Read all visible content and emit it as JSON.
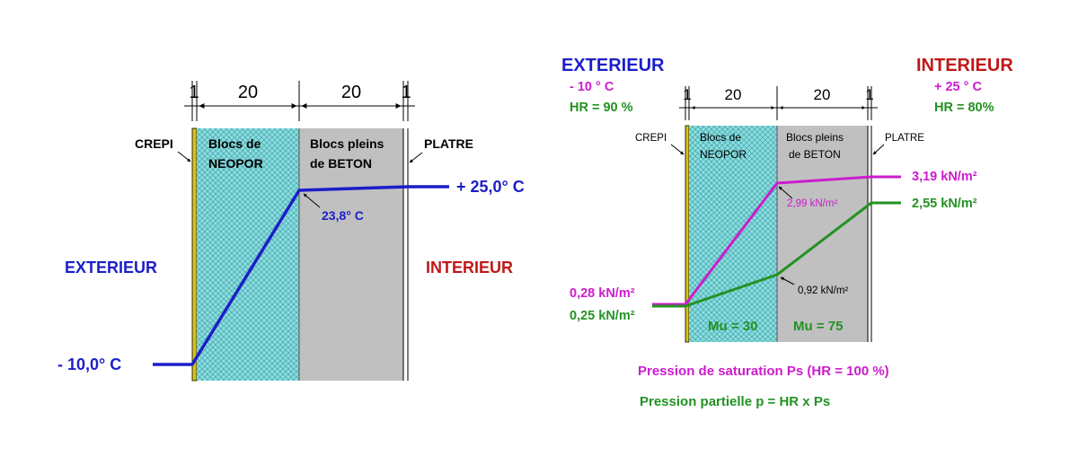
{
  "colors": {
    "blue": "#1c1ec8",
    "red": "#c01818",
    "magenta": "#cc1ccc",
    "green": "#229222",
    "crepi": "#d6c21a",
    "neopor": "#7fd6d6",
    "beton": "#c0c0c0"
  },
  "left_diagram": {
    "dimensions": [
      "1",
      "20",
      "20",
      "1"
    ],
    "layers": {
      "crepi": "CREPI",
      "neopor": [
        "Blocs de",
        "NEOPOR"
      ],
      "beton": [
        "Blocs pleins",
        "de BETON"
      ],
      "platre": "PLATRE"
    },
    "exterior_label": "EXTERIEUR",
    "interior_label": "INTERIEUR",
    "temp_exterior": "- 10,0° C",
    "temp_interior": "+ 25,0° C",
    "temp_interface": "23,8° C",
    "temperature_profile_c": [
      -10.0,
      -10.0,
      23.8,
      25.0,
      25.0
    ]
  },
  "right_diagram": {
    "dimensions": [
      "1",
      "20",
      "20",
      "1"
    ],
    "layers": {
      "crepi": "CREPI",
      "neopor": [
        "Blocs de",
        "NEOPOR"
      ],
      "beton": [
        "Blocs pleins",
        "de BETON"
      ],
      "platre": "PLATRE"
    },
    "exterior": {
      "label": "EXTERIEUR",
      "temp": "- 10 ° C",
      "hr": "HR = 90 %"
    },
    "interior": {
      "label": "INTERIEUR",
      "temp": "+ 25 ° C",
      "hr": "HR = 80%"
    },
    "ps_interior": "3,19 kN/m²",
    "p_interior": "2,55 kN/m²",
    "ps_interface": "2,99 kN/m²",
    "p_interface": "0,92 kN/m²",
    "ps_exterior": "0,28 kN/m²",
    "p_exterior": "0,25 kN/m²",
    "mu_neopor": "Mu = 30",
    "mu_beton": "Mu = 75",
    "legend_ps": "Pression de saturation Ps (HR = 100 %)",
    "legend_p": "Pression partielle p = HR x Ps",
    "ps_profile_kn_m2": [
      0.28,
      0.28,
      2.99,
      3.19,
      3.19
    ],
    "p_profile_kn_m2": [
      0.25,
      0.25,
      0.92,
      2.55,
      2.55
    ]
  }
}
